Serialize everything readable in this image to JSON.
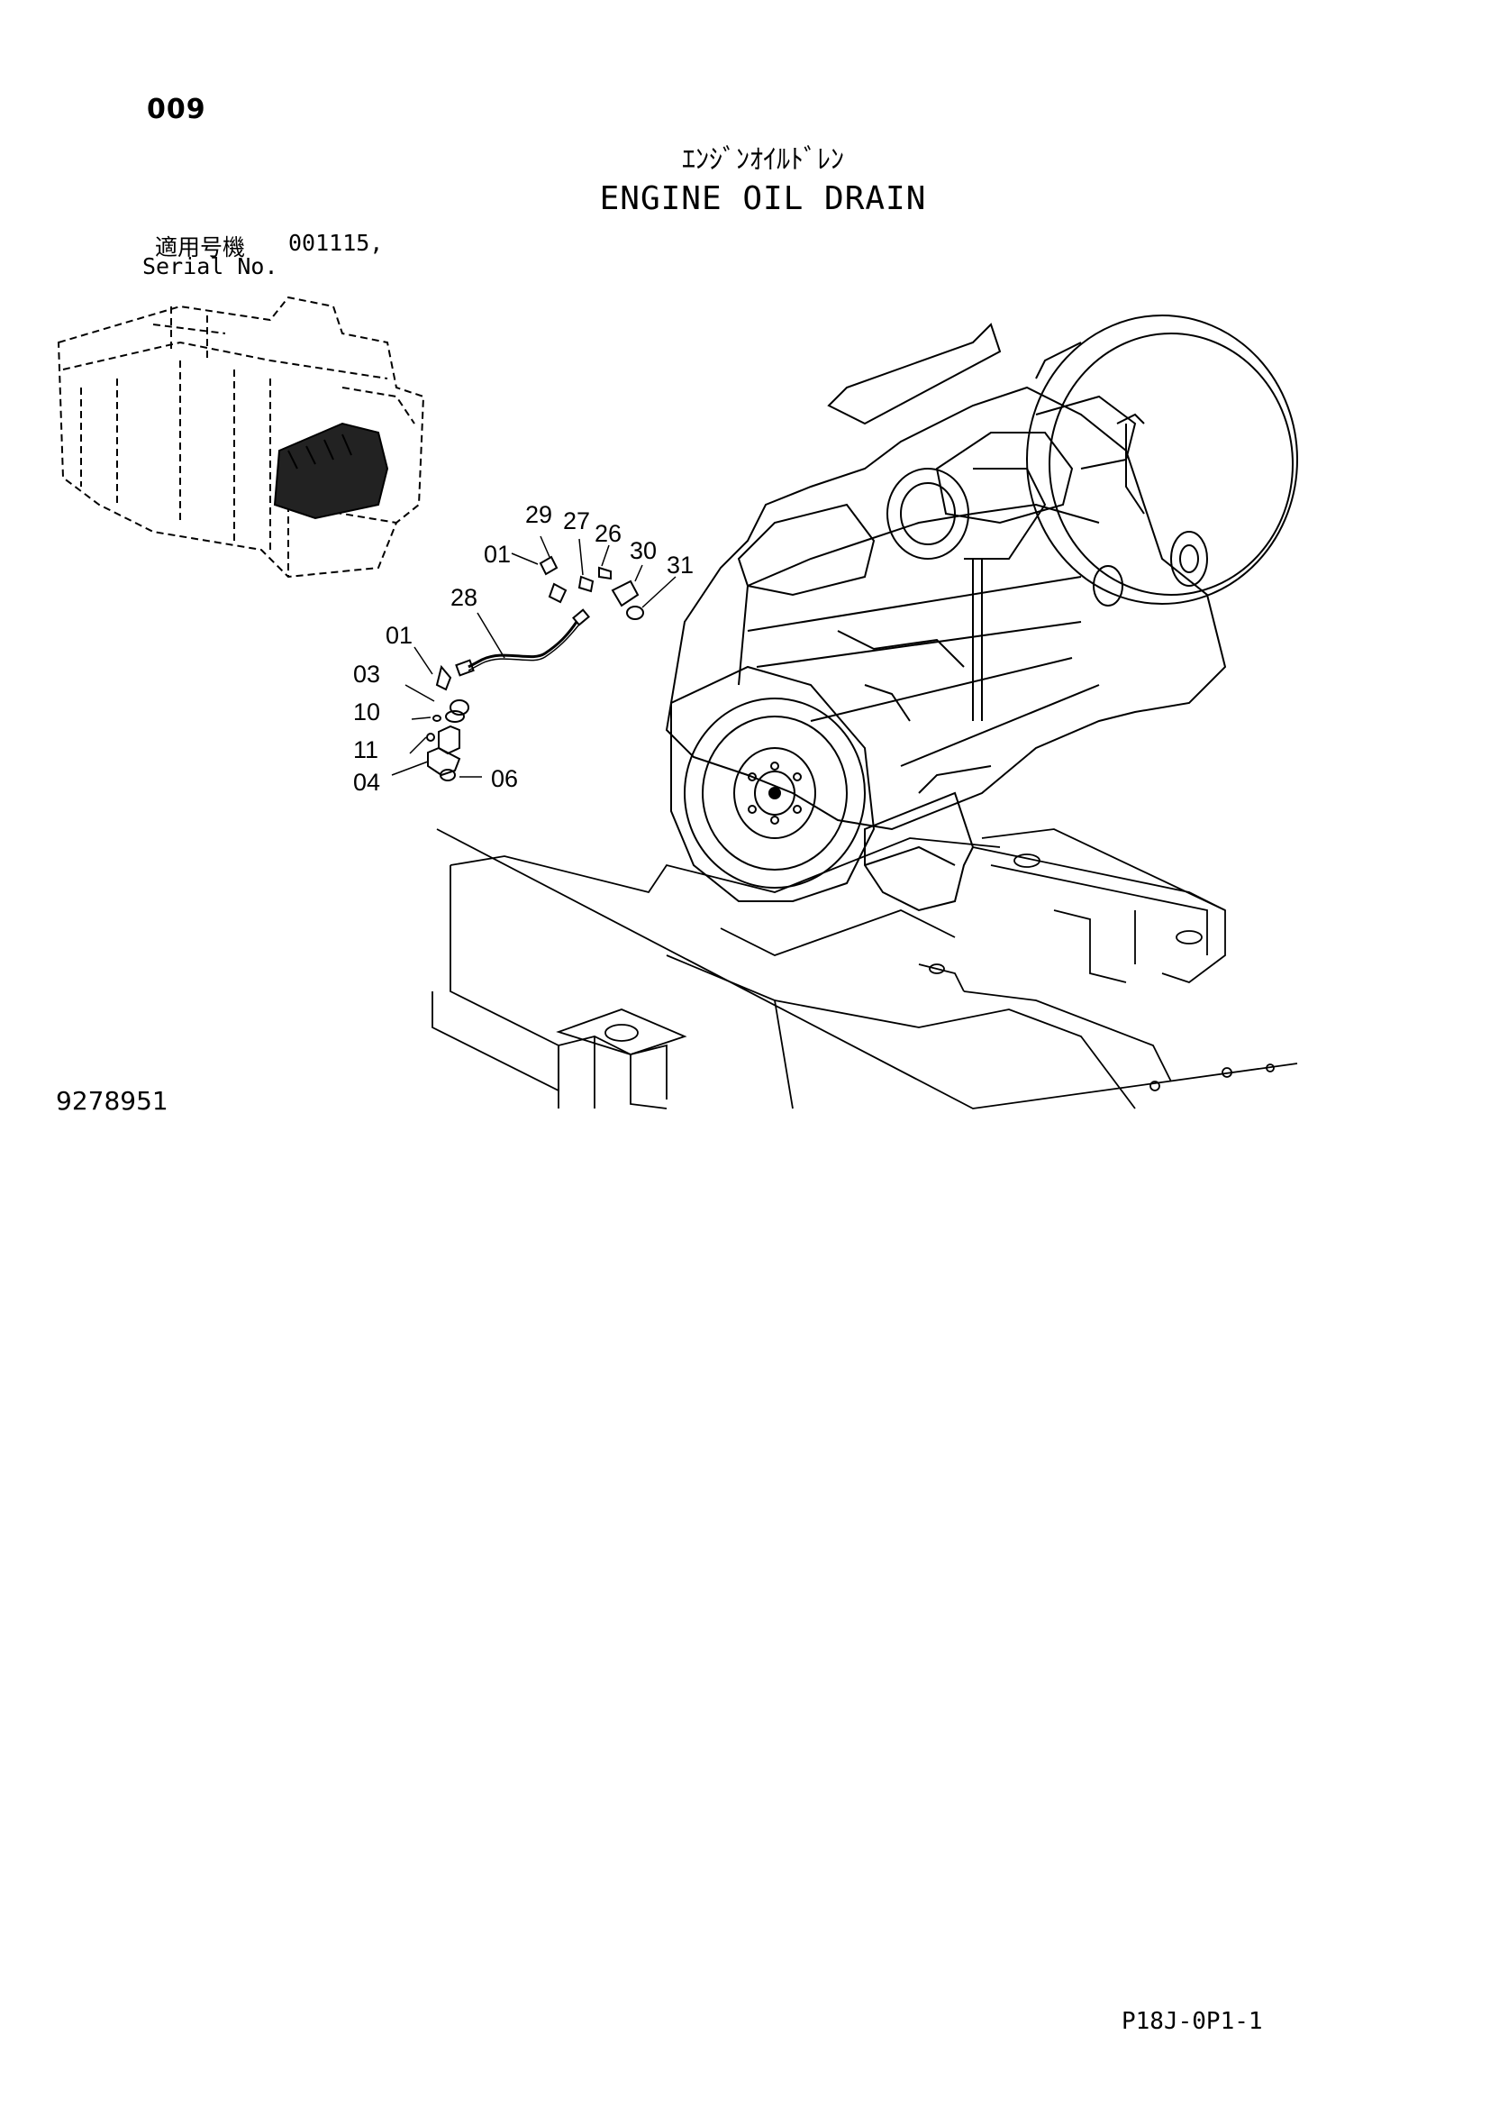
{
  "header": {
    "page_number": "009",
    "title_jp": "ｴﾝｼﾞﾝｵｲﾙﾄﾞﾚﾝ",
    "title_en": "ENGINE OIL DRAIN"
  },
  "serial": {
    "label_jp": "適用号機",
    "label_en": "Serial No.",
    "value": "001115,"
  },
  "callouts": {
    "c29": "29",
    "c27": "27",
    "c26": "26",
    "c30": "30",
    "c31": "31",
    "c01a": "01",
    "c28": "28",
    "c01b": "01",
    "c03": "03",
    "c10": "10",
    "c11": "11",
    "c04": "04",
    "c06": "06"
  },
  "footer": {
    "drawing_number": "9278951",
    "page_code": "P18J-0P1-1"
  }
}
